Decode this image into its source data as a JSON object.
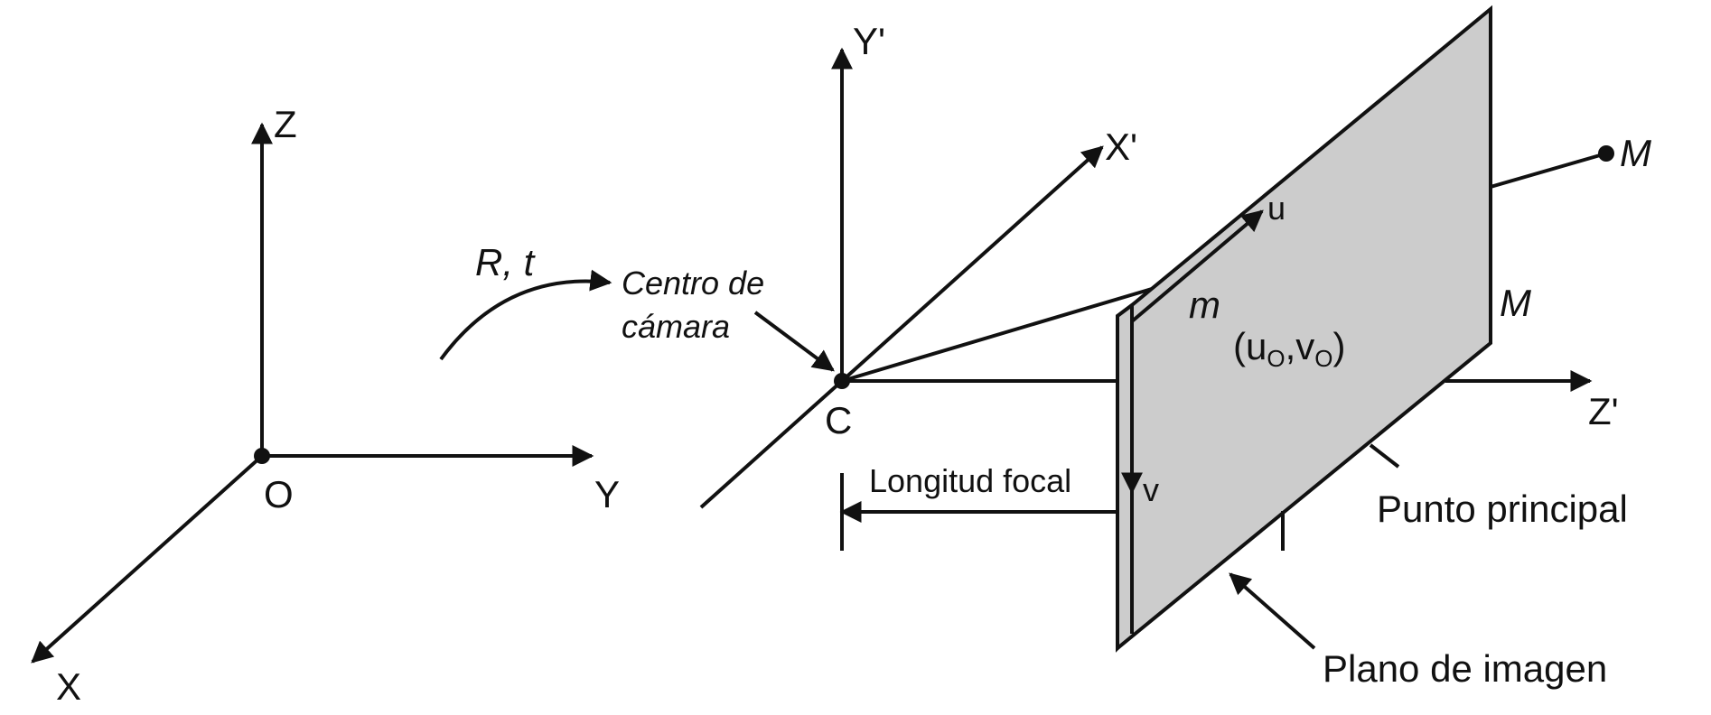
{
  "colors": {
    "ink": "#111111",
    "plane_fill": "#cccccc",
    "background": "#ffffff"
  },
  "world_axes": {
    "origin": "O",
    "x": "X",
    "y": "Y",
    "z": "Z"
  },
  "camera_axes": {
    "center": "C",
    "x": "X'",
    "y": "Y'",
    "z": "Z'"
  },
  "transform": {
    "label": "R, t"
  },
  "camera_center": {
    "line1": "Centro de",
    "line2": "cámara"
  },
  "focal_length": {
    "label": "Longitud focal"
  },
  "image_plane": {
    "label": "Plano de imagen",
    "plane_label": "M",
    "u": "u",
    "v": "v",
    "point": "m",
    "principal": {
      "open": "(",
      "u": "u",
      "comma": ",",
      "v": "v",
      "close": ")",
      "sub_u": "O",
      "sub_v": "O"
    }
  },
  "principal_point": {
    "label": "Punto principal"
  },
  "world_point": {
    "label": "M"
  }
}
